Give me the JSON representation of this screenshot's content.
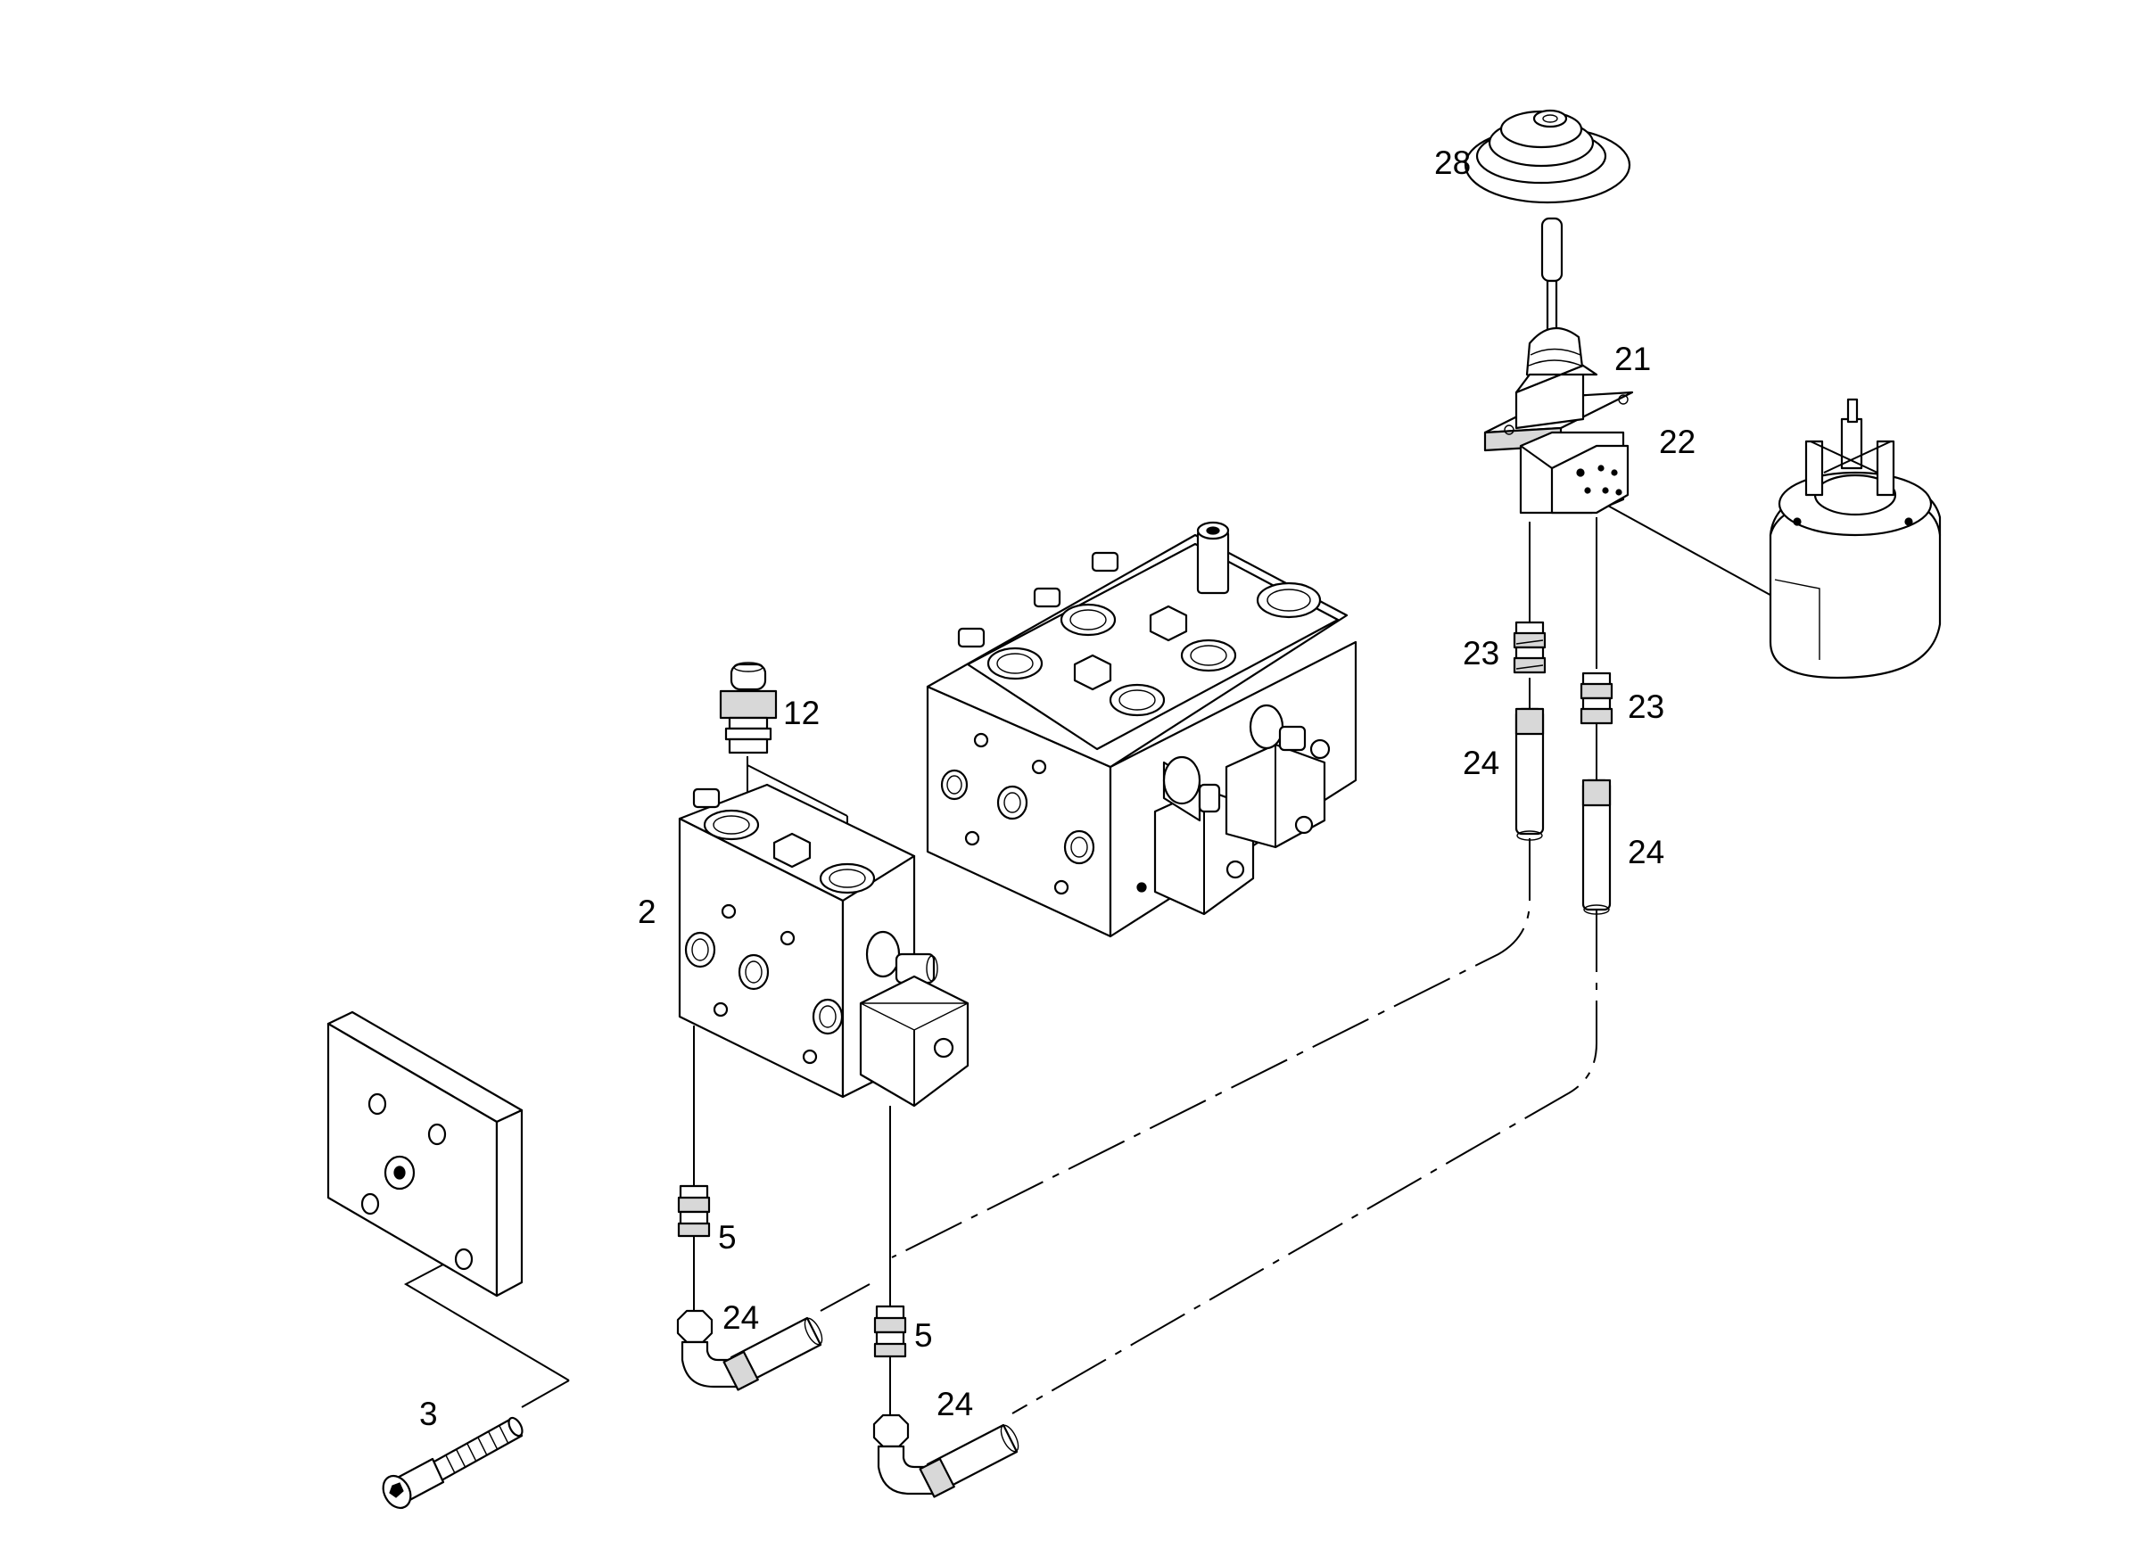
{
  "callouts": {
    "c28": "28",
    "c21": "21",
    "c22": "22",
    "c23a": "23",
    "c23b": "23",
    "c24a": "24",
    "c24b": "24",
    "c12": "12",
    "c2": "2",
    "c5a": "5",
    "c5b": "5",
    "c24c": "24",
    "c24d": "24",
    "c3": "3"
  }
}
